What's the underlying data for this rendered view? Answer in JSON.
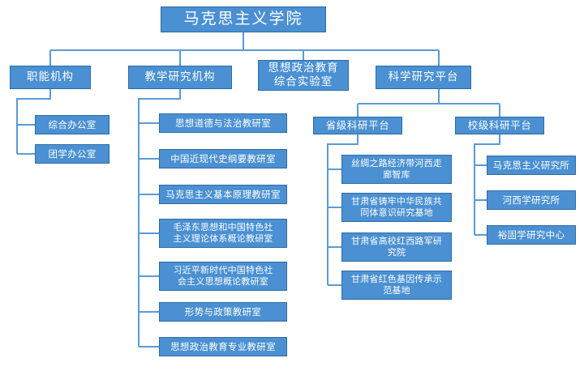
{
  "diagram": {
    "title": "马克思主义学院",
    "type": "organization-chart",
    "colors": {
      "box_fill": "#4a90d2",
      "box_border": "#2e6da4",
      "connector": "#5b9bd5",
      "text": "#ffffff",
      "background": "#ffffff"
    }
  },
  "root": {
    "label": "马克思主义学院"
  },
  "level2": [
    {
      "label": "职能机构"
    },
    {
      "label": "教学研究机构"
    },
    {
      "label": "思想政治教育\n综合实验室"
    },
    {
      "label": "科学研究平台"
    }
  ],
  "functional_units": [
    {
      "label": "综合办公室"
    },
    {
      "label": "团学办公室"
    }
  ],
  "teaching_units": [
    {
      "label": "思想道德与法治教研室"
    },
    {
      "label": "中国近现代史纲要教研室"
    },
    {
      "label": "马克思主义基本原理教研室"
    },
    {
      "label": "毛泽东思想和中国特色社\n主义理论体系概论教研室"
    },
    {
      "label": "习近平新时代中国特色社\n会主义思想概论教研室"
    },
    {
      "label": "形势与政策教研室"
    },
    {
      "label": "思想政治教育专业教研室"
    }
  ],
  "platform_groups": [
    {
      "label": "省级科研平台"
    },
    {
      "label": "校级科研平台"
    }
  ],
  "provincial_platforms": [
    {
      "label": "丝绸之路经济带河西走\n廊智库"
    },
    {
      "label": "甘肃省铸牢中华民族共\n同体意识研究基地"
    },
    {
      "label": "甘肃省高校红西路军研\n究院"
    },
    {
      "label": "甘肃省红色基因传承示\n范基地"
    }
  ],
  "school_platforms": [
    {
      "label": "马克思主义研究所"
    },
    {
      "label": "河西学研究所"
    },
    {
      "label": "裕固学研究中心"
    }
  ]
}
